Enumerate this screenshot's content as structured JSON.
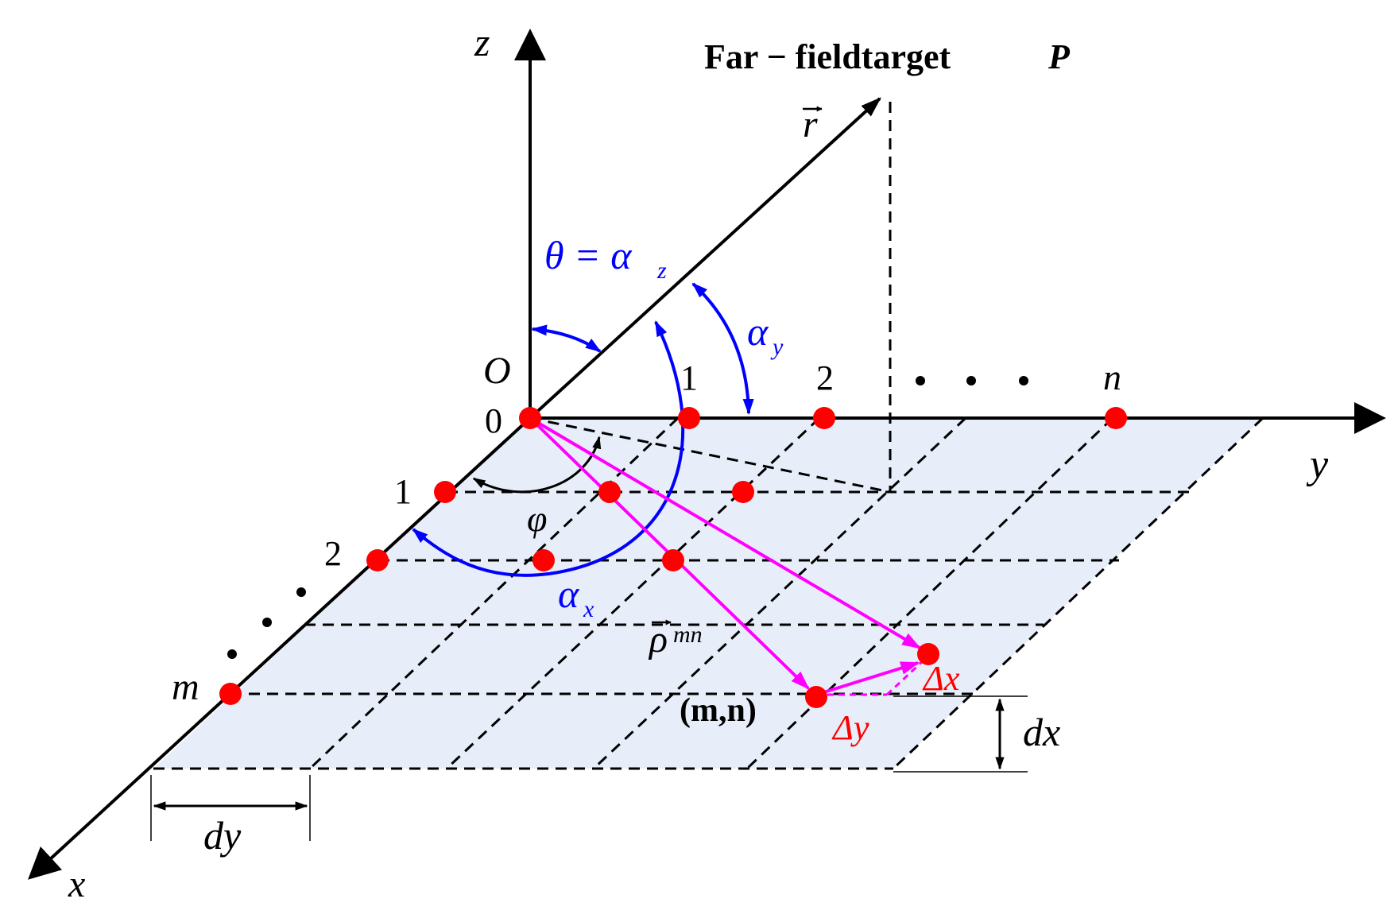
{
  "title": "Far − fieldtarget",
  "target_symbol": "P",
  "axes": {
    "x": "x",
    "y": "y",
    "z": "z",
    "origin": "O"
  },
  "vectors": {
    "r": "r",
    "rho": "ρ",
    "rho_sub": "mn"
  },
  "angles": {
    "theta_eq": "θ = α",
    "theta_sub": "z",
    "alpha": "α",
    "alpha_y_sub": "y",
    "alpha_x_sub": "x",
    "phi": "φ"
  },
  "indices": {
    "zero": "0",
    "y_one": "1",
    "y_two": "2",
    "y_n": "n",
    "x_one": "1",
    "x_two": "2",
    "x_m": "m"
  },
  "element_label": "(m,n)",
  "deltas": {
    "dx_small": "Δx",
    "dy_small": "Δy"
  },
  "spacings": {
    "dx": "dx",
    "dy": "dy"
  },
  "colors": {
    "axis": "#000000",
    "grid_fill": "#e8eef9",
    "element": "#ff0000",
    "angle": "#0000ff",
    "vector": "#ff00ff",
    "delta_text": "#ff0000"
  }
}
